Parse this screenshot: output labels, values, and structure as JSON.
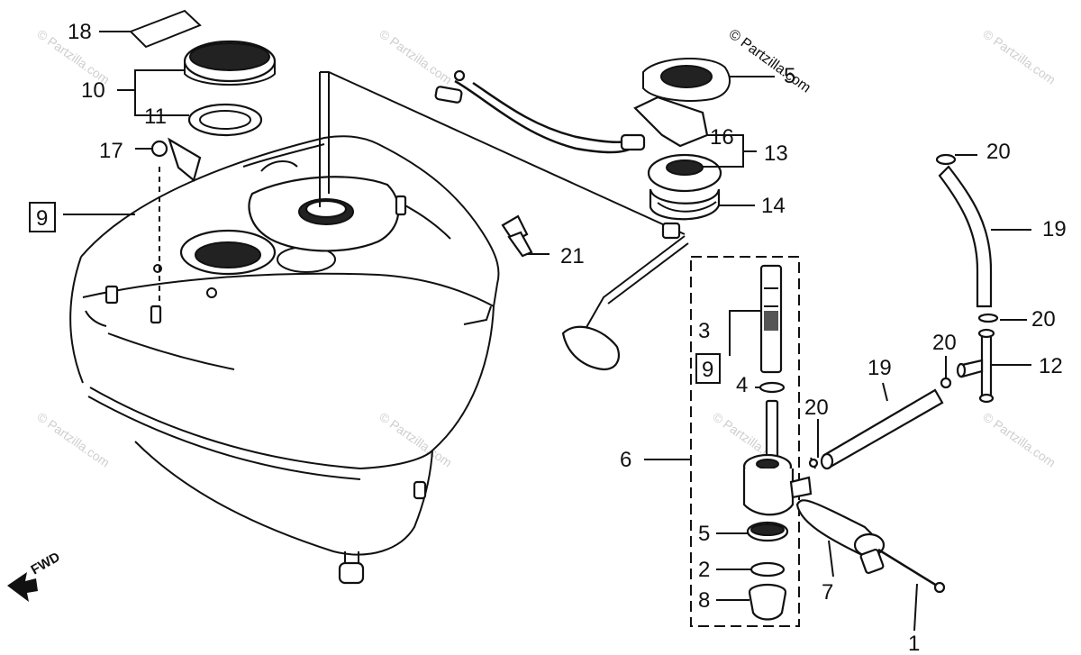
{
  "watermark": {
    "main": "© Partzilla.com",
    "faint": "© Partzilla.com"
  },
  "labels": {
    "p1": "1",
    "p2": "2",
    "p3": "3",
    "p4": "4",
    "p5": "5",
    "p5_top": "5",
    "p6": "6",
    "p7": "7",
    "p8": "8",
    "p9_tank": "9",
    "p9_box": "9",
    "p10": "10",
    "p11": "11",
    "p12": "12",
    "p13": "13",
    "p14": "14",
    "p16": "16",
    "p17": "17",
    "p18": "18",
    "p19_right": "19",
    "p19_mid": "19",
    "p20_top": "20",
    "p20_mid": "20",
    "p20_right": "20",
    "p20_lower": "20",
    "p21": "21",
    "fwd": "FWD"
  }
}
